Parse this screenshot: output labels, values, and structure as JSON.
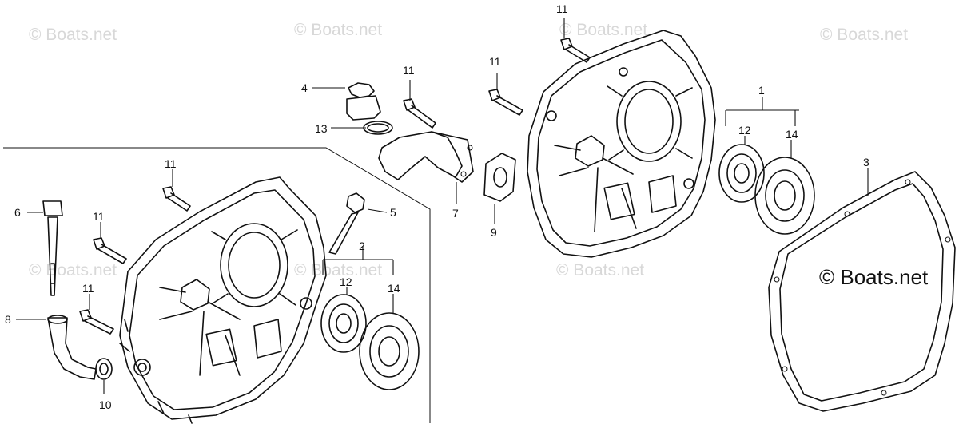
{
  "watermark": {
    "small": "© Boats.net",
    "main": "© Boats.net"
  },
  "callouts": {
    "p1": "1",
    "p2": "2",
    "p3": "3",
    "p4": "4",
    "p5": "5",
    "p6": "6",
    "p7": "7",
    "p8": "8",
    "p9": "9",
    "p10": "10",
    "p11": "11",
    "p12": "12",
    "p13": "13",
    "p14": "14"
  }
}
